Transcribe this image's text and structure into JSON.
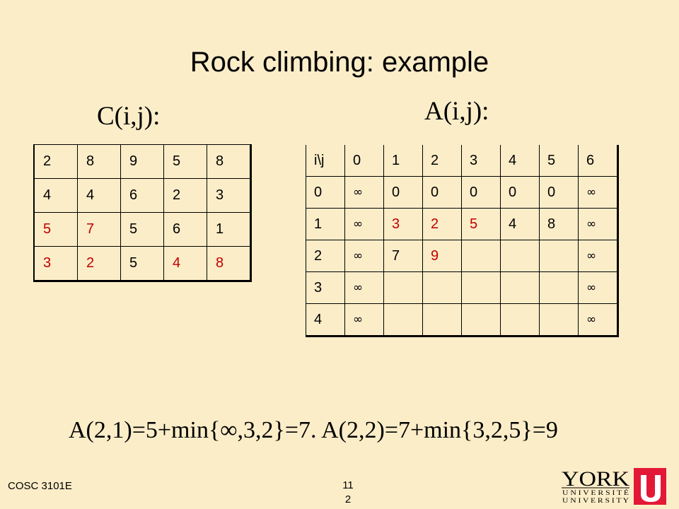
{
  "slide": {
    "title": "Rock climbing: example",
    "c_label": "C(i,j):",
    "a_label": "A(i,j):",
    "formula": "A(2,1)=5+min{∞,3,2}=7.  A(2,2)=7+min{3,2,5}=9",
    "footer_left": "COSC 3101E",
    "page_number_line1": "11",
    "page_number_line2": "2"
  },
  "c_table": {
    "rows": [
      [
        {
          "v": "2",
          "c": "black"
        },
        {
          "v": "8",
          "c": "black"
        },
        {
          "v": "9",
          "c": "black"
        },
        {
          "v": "5",
          "c": "black"
        },
        {
          "v": "8",
          "c": "black"
        }
      ],
      [
        {
          "v": "4",
          "c": "black"
        },
        {
          "v": "4",
          "c": "black"
        },
        {
          "v": "6",
          "c": "black"
        },
        {
          "v": "2",
          "c": "black"
        },
        {
          "v": "3",
          "c": "black"
        }
      ],
      [
        {
          "v": "5",
          "c": "red"
        },
        {
          "v": "7",
          "c": "red"
        },
        {
          "v": "5",
          "c": "black"
        },
        {
          "v": "6",
          "c": "black"
        },
        {
          "v": "1",
          "c": "black"
        }
      ],
      [
        {
          "v": "3",
          "c": "red"
        },
        {
          "v": "2",
          "c": "red"
        },
        {
          "v": "5",
          "c": "black"
        },
        {
          "v": "4",
          "c": "red"
        },
        {
          "v": "8",
          "c": "red"
        }
      ]
    ]
  },
  "a_table": {
    "header": [
      "i\\j",
      "0",
      "1",
      "2",
      "3",
      "4",
      "5",
      "6"
    ],
    "rows": [
      [
        {
          "v": "0",
          "c": "black"
        },
        {
          "v": "∞",
          "c": "black"
        },
        {
          "v": "0",
          "c": "black"
        },
        {
          "v": "0",
          "c": "black"
        },
        {
          "v": "0",
          "c": "black"
        },
        {
          "v": "0",
          "c": "black"
        },
        {
          "v": "0",
          "c": "black"
        },
        {
          "v": "∞",
          "c": "black"
        }
      ],
      [
        {
          "v": "1",
          "c": "black"
        },
        {
          "v": "∞",
          "c": "black"
        },
        {
          "v": "3",
          "c": "red"
        },
        {
          "v": "2",
          "c": "red"
        },
        {
          "v": "5",
          "c": "red"
        },
        {
          "v": "4",
          "c": "black"
        },
        {
          "v": "8",
          "c": "black"
        },
        {
          "v": "∞",
          "c": "black"
        }
      ],
      [
        {
          "v": "2",
          "c": "black"
        },
        {
          "v": "∞",
          "c": "black"
        },
        {
          "v": "7",
          "c": "black"
        },
        {
          "v": "9",
          "c": "red"
        },
        {
          "v": "",
          "c": "black"
        },
        {
          "v": "",
          "c": "black"
        },
        {
          "v": "",
          "c": "black"
        },
        {
          "v": "∞",
          "c": "black"
        }
      ],
      [
        {
          "v": "3",
          "c": "black"
        },
        {
          "v": "∞",
          "c": "black"
        },
        {
          "v": "",
          "c": "black"
        },
        {
          "v": "",
          "c": "black"
        },
        {
          "v": "",
          "c": "black"
        },
        {
          "v": "",
          "c": "black"
        },
        {
          "v": "",
          "c": "black"
        },
        {
          "v": "∞",
          "c": "black"
        }
      ],
      [
        {
          "v": "4",
          "c": "black"
        },
        {
          "v": "∞",
          "c": "black"
        },
        {
          "v": "",
          "c": "black"
        },
        {
          "v": "",
          "c": "black"
        },
        {
          "v": "",
          "c": "black"
        },
        {
          "v": "",
          "c": "black"
        },
        {
          "v": "",
          "c": "black"
        },
        {
          "v": "∞",
          "c": "black"
        }
      ]
    ]
  },
  "logo": {
    "word": "YORK",
    "line1": "U N I V E R S I T É",
    "line2": "U N I V E R S I T Y",
    "mark": "U",
    "colors": {
      "mark": "#e31837",
      "text": "#000000"
    }
  },
  "colors": {
    "background": "#fbedc8",
    "highlight": "#c00000",
    "text": "#000000"
  }
}
